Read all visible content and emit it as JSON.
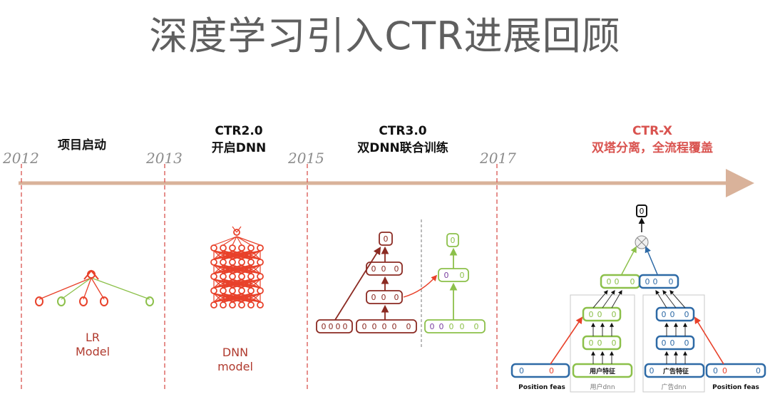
{
  "title": "深度学习引入CTR进展回顾",
  "years": [
    "2012",
    "2013",
    "2015",
    "2017"
  ],
  "phases": [
    {
      "lines": [
        "项目启动"
      ]
    },
    {
      "lines": [
        "CTR2.0",
        "开启DNN"
      ]
    },
    {
      "lines": [
        "CTR3.0",
        "双DNN联合训练"
      ]
    },
    {
      "lines": [
        "CTR-X",
        "双塔分离，全流程覆盖"
      ]
    }
  ],
  "models": {
    "lr": [
      "LR",
      "Model"
    ],
    "dnn": [
      "DNN",
      "model"
    ]
  },
  "ctrx": {
    "output": "0",
    "user_feature": "用户特征",
    "ad_feature": "广告特征",
    "position_left": "Position feas",
    "position_right": "Position feas",
    "user_dnn": "用户dnn",
    "ad_dnn": "广告dnn"
  },
  "colors": {
    "timeline": "#d9b29a",
    "dashed": "#d9534f",
    "red_model": "#e8412a",
    "darkred": "#8b2a22",
    "green": "#8cc04a",
    "blue": "#2e6aa6",
    "accent_text": "#d9534f"
  }
}
